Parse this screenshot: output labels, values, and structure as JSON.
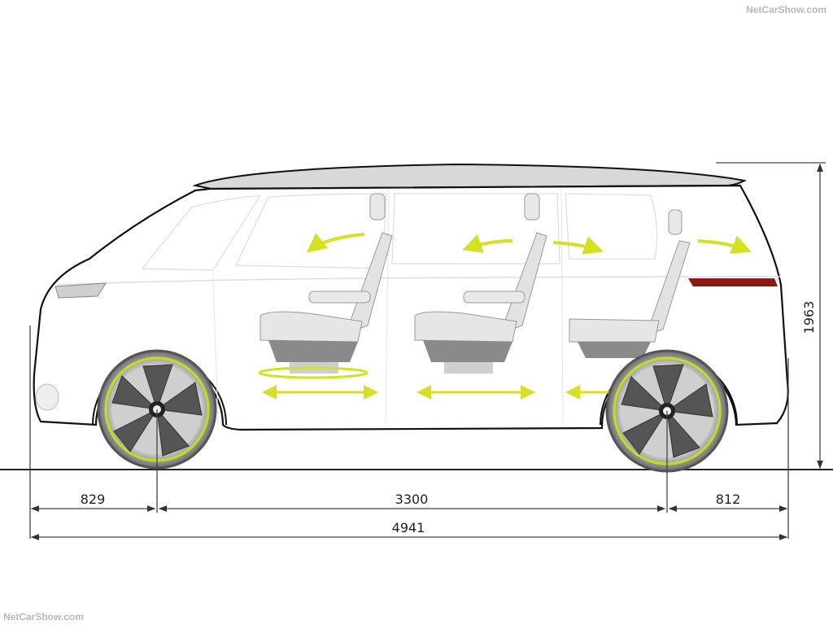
{
  "watermarks": {
    "top_right": "NetCarShow.com",
    "bottom_left": "NetCarShow.com"
  },
  "diagram": {
    "subject": "Minivan side-view dimension drawing with interior seating",
    "units": "mm",
    "dimensions": {
      "front_overhang": "829",
      "wheelbase": "3300",
      "rear_overhang": "812",
      "overall_length": "4941",
      "overall_height": "1963"
    },
    "seat_rows": [
      {
        "row": 1,
        "features": [
          "seatback recline arrow",
          "swivel arrow",
          "fore-aft slide arrow"
        ]
      },
      {
        "row": 2,
        "features": [
          "seatback fold arrows (two directions)",
          "fore-aft slide arrow"
        ]
      },
      {
        "row": 3,
        "features": [
          "seatback fold arrow",
          "fore-aft slide arrow"
        ]
      }
    ],
    "colors": {
      "accent_arrow": "#d4e021",
      "outline": "#111111",
      "wheel_dark": "#555555",
      "taillight": "#8a1a14",
      "dimension_line": "#444444"
    }
  }
}
